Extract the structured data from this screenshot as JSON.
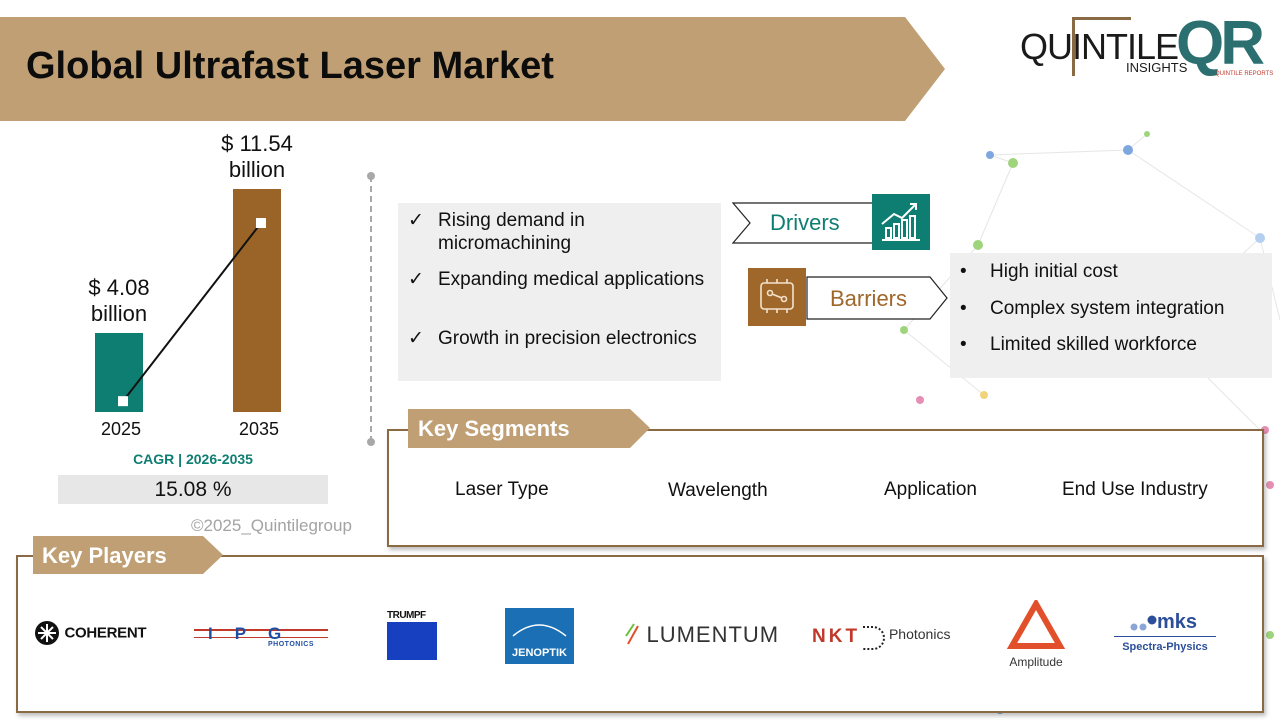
{
  "header": {
    "title": "Global Ultrafast Laser Market",
    "brand_main": "QUINTILE",
    "brand_sub": "INSIGHTS",
    "brand_qr": "QR",
    "brand_qr_sub": "QUINTILE REPORTS"
  },
  "chart_data": {
    "type": "bar",
    "categories": [
      "2025",
      "2035"
    ],
    "values": [
      4.08,
      11.54
    ],
    "value_labels": [
      "$ 4.08\nbillion",
      "$ 11.54\nbillion"
    ],
    "title": "",
    "xlabel": "",
    "ylabel": "",
    "ylim": [
      0,
      12
    ],
    "bar_colors": [
      "#0f7e72",
      "#9a6428"
    ],
    "trend_line": true
  },
  "cagr": {
    "label": "CAGR | 2026-2035",
    "value": "15.08 %"
  },
  "copyright": "©2025_Quintilegroup",
  "drivers": {
    "label": "Drivers",
    "check_glyph": "✓",
    "items": [
      "Rising demand in micromachining",
      "Expanding medical applications",
      "Growth in precision electronics"
    ],
    "color": "#0f7e72",
    "icon": "growth-chart-icon"
  },
  "barriers": {
    "label": "Barriers",
    "bullet_glyph": "•",
    "items": [
      "High initial cost",
      "Complex system integration",
      "Limited skilled workforce"
    ],
    "color": "#a0672a",
    "icon": "circuit-board-icon"
  },
  "segments": {
    "label": "Key Segments",
    "items": [
      "Laser Type",
      "Wavelength",
      "Application",
      "End Use Industry"
    ]
  },
  "players": {
    "label": "Key Players",
    "items": [
      {
        "name": "COHERENT"
      },
      {
        "name": "IPG",
        "sub": "PHOTONICS"
      },
      {
        "name": "TRUMPF"
      },
      {
        "name": "JENOPTIK"
      },
      {
        "name": "LUMENTUM"
      },
      {
        "name": "NKT",
        "sub": "Photonics"
      },
      {
        "name": "Amplitude"
      },
      {
        "name": "mks",
        "sub": "Spectra-Physics"
      }
    ]
  },
  "colors": {
    "accent_tan": "#bf9f73",
    "teal": "#0f7e72",
    "brown": "#9a6428",
    "border_brown": "#8a6a44"
  }
}
